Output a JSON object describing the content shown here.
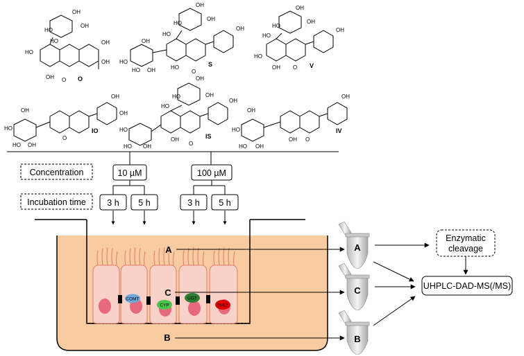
{
  "molecules": [
    {
      "label": "O",
      "substituents": [
        "OH",
        "HO",
        "OH",
        "HO",
        "HO",
        "OH",
        "OH",
        "OH",
        "O",
        "O"
      ]
    },
    {
      "label": "S",
      "substituents": [
        "OH",
        "HO",
        "OH",
        "HO",
        "OH",
        "HO",
        "HO",
        "OH",
        "HO",
        "OH",
        "O",
        "O"
      ]
    },
    {
      "label": "V",
      "substituents": [
        "OH",
        "HO",
        "OH",
        "HO",
        "HO",
        "OH",
        "OH",
        "O",
        "O"
      ]
    },
    {
      "label": "IO",
      "substituents": [
        "OH",
        "HO",
        "HO",
        "OH",
        "OH",
        "OH",
        "O",
        "O"
      ]
    },
    {
      "label": "IS",
      "substituents": [
        "OH",
        "HO",
        "OH",
        "HO",
        "HO",
        "OH",
        "HO",
        "OH",
        "OH",
        "O",
        "O"
      ]
    },
    {
      "label": "IV",
      "substituents": [
        "OH",
        "HO",
        "HO",
        "OH",
        "OH",
        "OH",
        "O",
        "O"
      ]
    }
  ],
  "conditions": {
    "concentration_label": "Concentration",
    "incubation_label": "Incubation time",
    "concentrations": [
      {
        "value": "10 µM",
        "times": [
          "3 h",
          "5 h"
        ]
      },
      {
        "value": "100 µM",
        "times": [
          "3 h",
          "5 h"
        ]
      }
    ]
  },
  "compartments": {
    "apical": "A",
    "cell": "C",
    "basolateral": "B"
  },
  "enzymes": {
    "comt": "COMT",
    "cyp": "CYP",
    "ugt": "UGT",
    "sult": "SULT"
  },
  "tubes": [
    "A",
    "C",
    "B"
  ],
  "analysis": {
    "enzymatic_line1": "Enzymatic",
    "enzymatic_line2": "cleavage",
    "method": "UHPLC-DAD-MS(/MS)"
  },
  "colors": {
    "medium": "#f9cba0",
    "cell_fill": "#f8d2c8",
    "cell_stroke": "#e07a6c",
    "nucleus": "#e8687c",
    "comt": "#6fa8dc",
    "cyp": "#4ec34e",
    "ugt": "#2e7d32",
    "sult": "#e00000"
  }
}
